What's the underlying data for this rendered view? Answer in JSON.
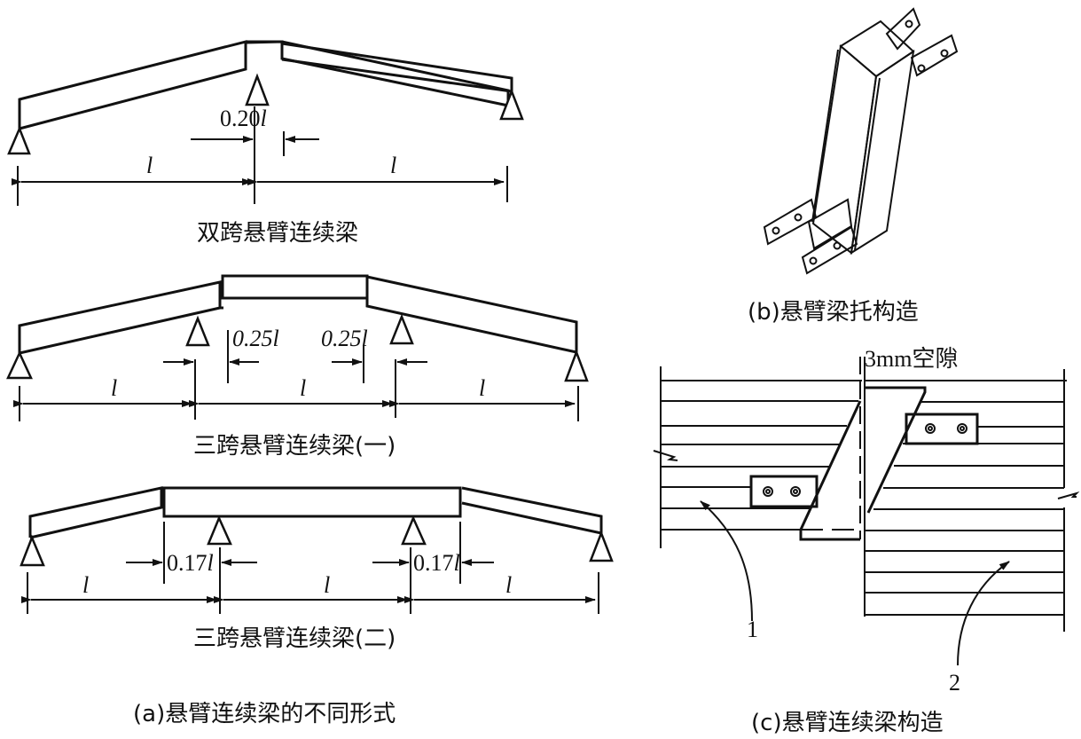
{
  "panel_a": {
    "beam1": {
      "caption": "双跨悬臂连续梁",
      "span_labels": [
        "l",
        "l"
      ],
      "overhang_label": "0.20",
      "overhang_unit": "l"
    },
    "beam2": {
      "caption": "三跨悬臂连续梁(一)",
      "span_labels": [
        "l",
        "l",
        "l"
      ],
      "overhang_left_label": "0.25",
      "overhang_right_label": "0.25",
      "overhang_unit": "l"
    },
    "beam3": {
      "caption": "三跨悬臂连续梁(二)",
      "span_labels": [
        "l",
        "l",
        "l"
      ],
      "overhang_left_label": "0.17",
      "overhang_right_label": "0.17",
      "overhang_unit": "l"
    },
    "caption": "(a)悬臂连续梁的不同形式"
  },
  "panel_b": {
    "caption": "(b)悬臂梁托构造"
  },
  "panel_c": {
    "gap_label": "3mm空隙",
    "callout_1": "1",
    "callout_2": "2",
    "caption": "(c)悬臂连续梁构造"
  }
}
